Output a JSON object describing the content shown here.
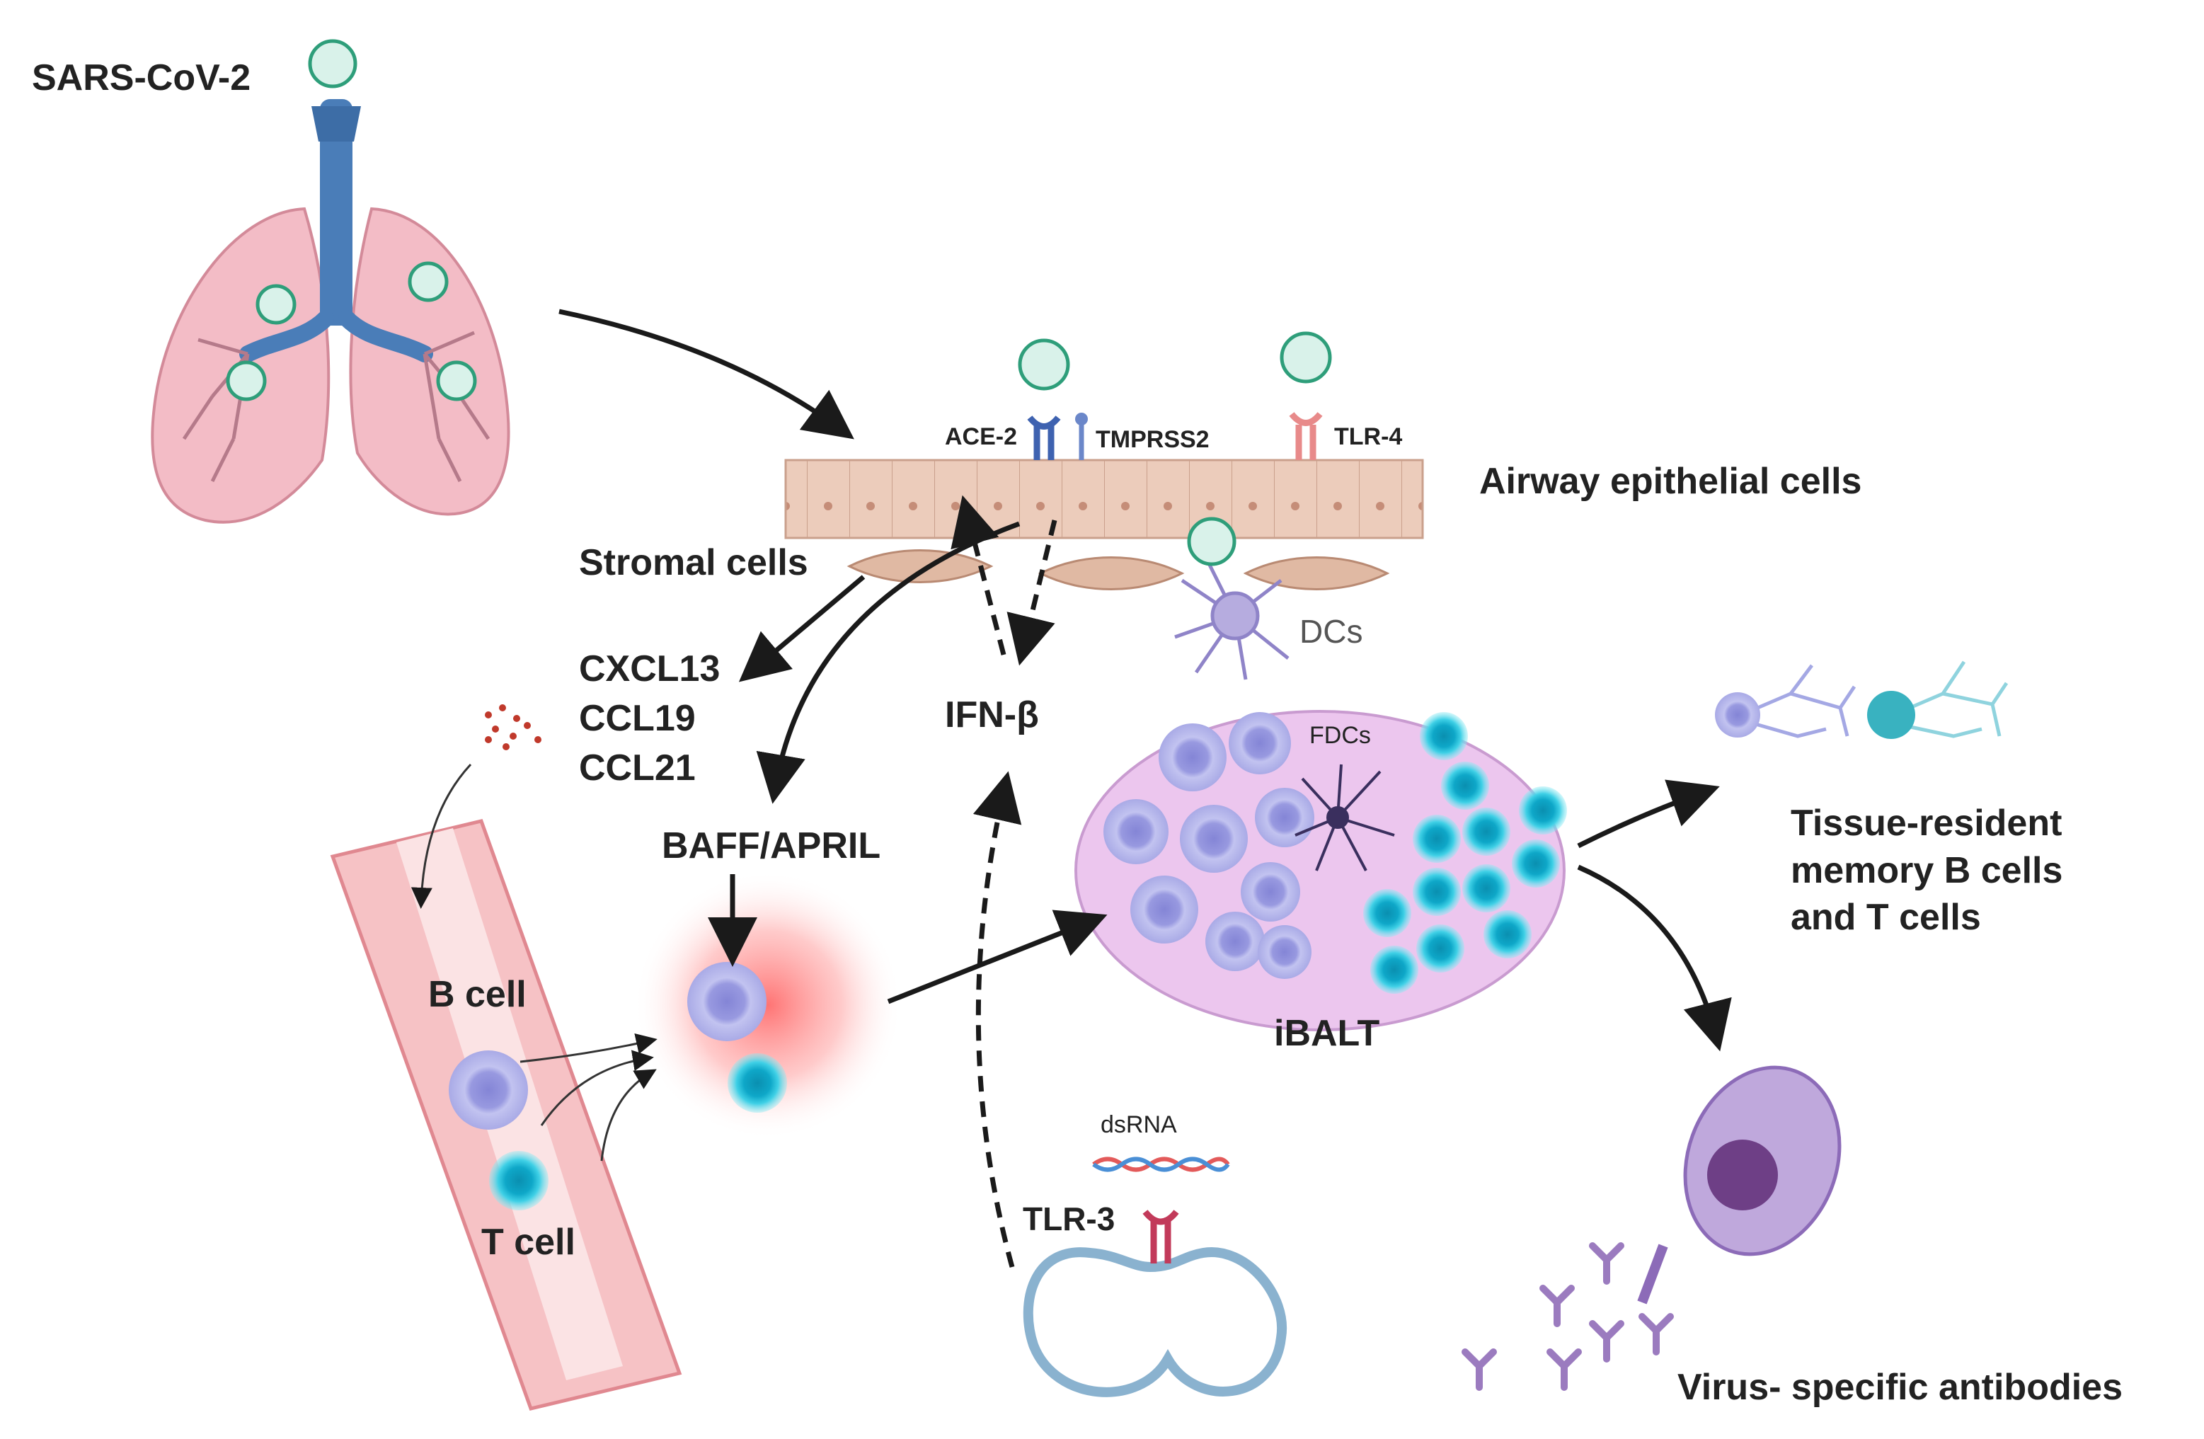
{
  "labels": {
    "virus": "SARS-CoV-2",
    "ace2": "ACE-2",
    "tmprss2": "TMPRSS2",
    "tlr4": "TLR-4",
    "airway": "Airway epithelial cells",
    "stromal": "Stromal cells",
    "dcs": "DCs",
    "cxcl13": "CXCL13",
    "ccl19": "CCL19",
    "ccl21": "CCL21",
    "ifnb": "IFN-β",
    "baff": "BAFF/APRIL",
    "fdcs": "FDCs",
    "ibalt": "iBALT",
    "bcell": "B cell",
    "tcell": "T cell",
    "dsrna": "dsRNA",
    "tlr3": "TLR-3",
    "tissue_resident": "Tissue-resident memory B cells and T cells",
    "antibodies": "Virus- specific antibodies"
  },
  "colors": {
    "lung": "#f2b8c2",
    "trachea": "#4a7db8",
    "virus": "#2e9e7a",
    "epithelium": "#e9c9b8",
    "bcell": "#9e9fe0",
    "tcell": "#1fb7cf",
    "ibalt": "#ecc6ee",
    "vessel": "#f4b3b6",
    "arrow": "#1a1a1a"
  }
}
